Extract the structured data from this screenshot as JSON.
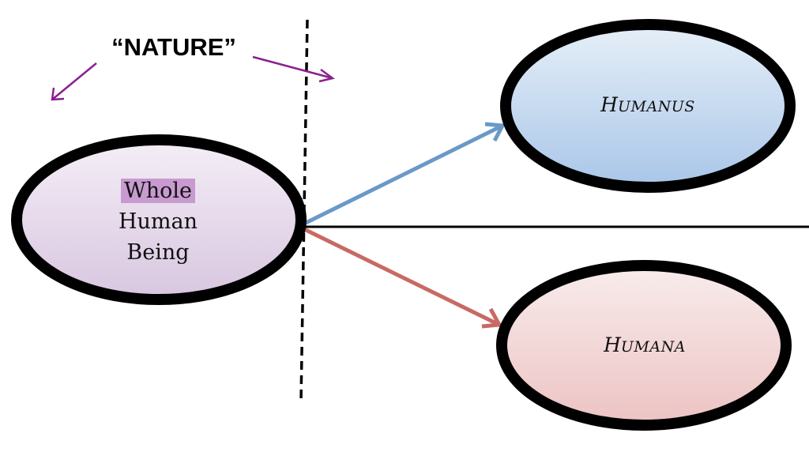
{
  "diagram": {
    "nature_label": "“NATURE”",
    "center_node": {
      "line1": "Whole",
      "line2": "Human",
      "line3": "Being"
    },
    "top_node": {
      "initial": "H",
      "rest": "UMANUS"
    },
    "bottom_node": {
      "initial": "H",
      "rest": "UMANA"
    }
  },
  "colors": {
    "center_fill_top": "#f4eef6",
    "center_fill_bottom": "#d8c6e0",
    "top_fill_top": "#e6eff8",
    "top_fill_bottom": "#a9c6e8",
    "bottom_fill_top": "#f8ecec",
    "bottom_fill_bottom": "#edc3c3",
    "nature_arrows": "#8b1f8f",
    "blue_arrow": "#6a99c8",
    "red_arrow": "#c86a63",
    "whole_highlight": "#c89ad0"
  }
}
